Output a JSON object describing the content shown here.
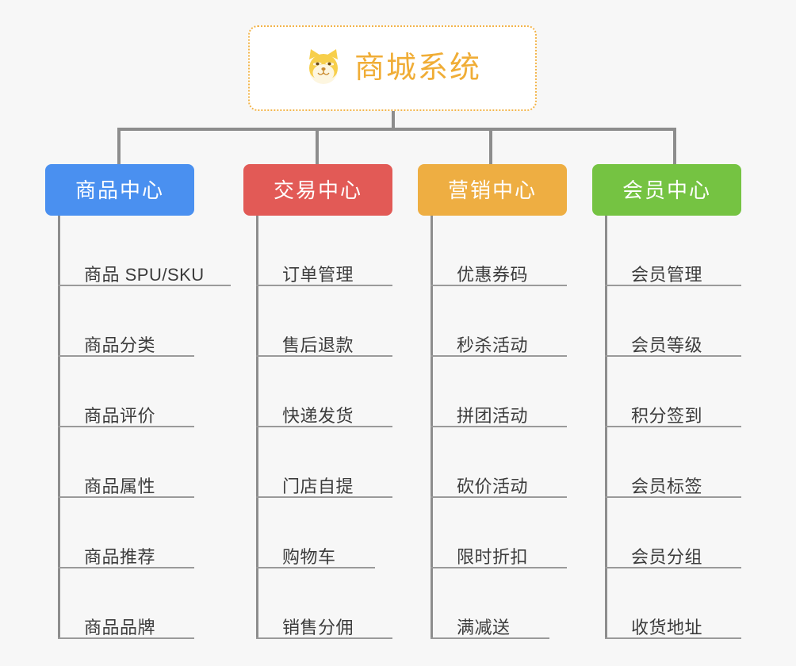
{
  "root": {
    "title": "商城系统",
    "icon": "shiba-dog-icon",
    "accent_color": "#f0ad36",
    "border_color": "#f2b44a",
    "card_background": "#ffffff"
  },
  "canvas": {
    "background_color": "#f7f7f7",
    "connector_color": "#8d8d8d"
  },
  "branches": [
    {
      "label": "商品中心",
      "color": "#4a90f0",
      "items": [
        "商品 SPU/SKU",
        "商品分类",
        "商品评价",
        "商品属性",
        "商品推荐",
        "商品品牌"
      ]
    },
    {
      "label": "交易中心",
      "color": "#e25a56",
      "items": [
        "订单管理",
        "售后退款",
        "快递发货",
        "门店自提",
        "购物车",
        "销售分佣"
      ]
    },
    {
      "label": "营销中心",
      "color": "#eeae42",
      "items": [
        "优惠券码",
        "秒杀活动",
        "拼团活动",
        "砍价活动",
        "限时折扣",
        "满减送"
      ]
    },
    {
      "label": "会员中心",
      "color": "#75c342",
      "items": [
        "会员管理",
        "会员等级",
        "积分签到",
        "会员标签",
        "会员分组",
        "收货地址"
      ]
    }
  ]
}
